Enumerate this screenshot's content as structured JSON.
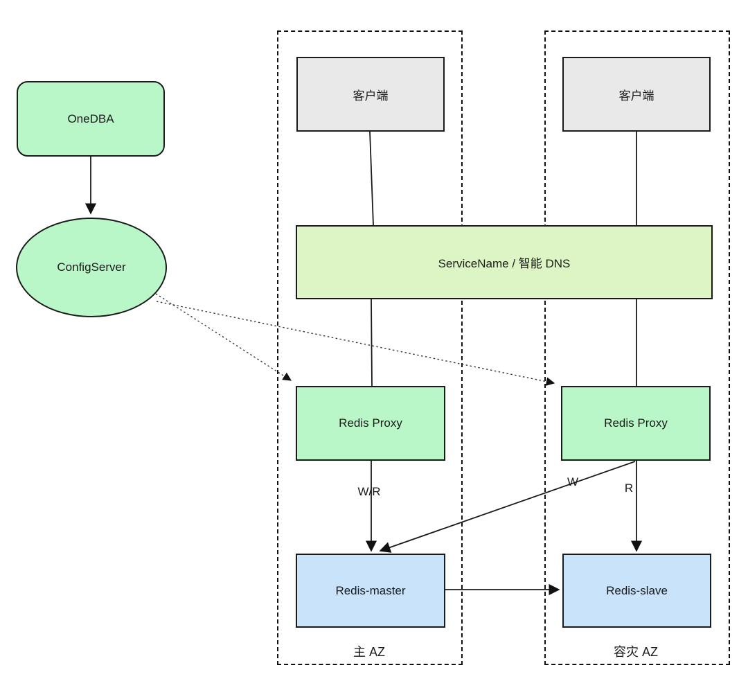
{
  "diagram": {
    "nodes": {
      "onedba": {
        "label": "OneDBA"
      },
      "configserver": {
        "label": "ConfigServer"
      },
      "client_primary": {
        "label": "客户端"
      },
      "client_dr": {
        "label": "客户端"
      },
      "dns": {
        "label": "ServiceName / 智能 DNS"
      },
      "proxy_primary": {
        "label": "Redis Proxy"
      },
      "proxy_dr": {
        "label": "Redis Proxy"
      },
      "redis_master": {
        "label": "Redis-master"
      },
      "redis_slave": {
        "label": "Redis-slave"
      }
    },
    "zones": {
      "primary": {
        "label": "主 AZ"
      },
      "dr": {
        "label": "容灾 AZ"
      }
    },
    "edge_labels": {
      "write_read": "W/R",
      "write": "W",
      "read": "R"
    },
    "colors": {
      "node_green": "#b9f7c8",
      "dns_green": "#ddf5c5",
      "node_blue": "#c9e4fa",
      "node_gray": "#e9e9e9",
      "line": "#1a1a1a"
    }
  }
}
